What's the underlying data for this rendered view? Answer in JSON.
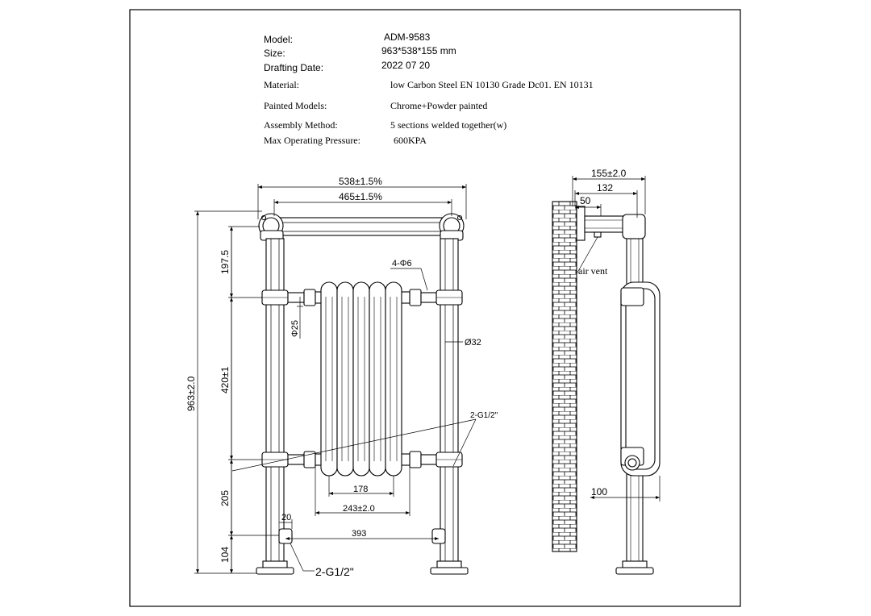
{
  "spec": {
    "model_label": "Model:",
    "model_value": "ADM-9583",
    "size_label": "Size:",
    "size_value": "963*538*155 mm",
    "date_label": "Drafting Date:",
    "date_value": "2022 07 20",
    "material_label": "Material:",
    "material_value": "low Carbon Steel  EN 10130 Grade Dc01. EN 10131",
    "painted_label": "Painted Models:",
    "painted_value": "Chrome+Powder painted",
    "assembly_label": "Assembly Method:",
    "assembly_value": "5 sections welded together(w)",
    "pressure_label": "Max Operating Pressure:",
    "pressure_value": "600KPA"
  },
  "front_view": {
    "overall_width": "538±1.5%",
    "center_width": "465±1.5%",
    "overall_height": "963±2.0",
    "top_section": "197.5",
    "middle_section": "420±1",
    "lower_section": "205",
    "foot_height": "104",
    "screw_holes": "4-Φ6",
    "rail_diameter": "Ø32",
    "pipe_diameter": "Φ25",
    "connections": "2-G1/2\"",
    "column_width": "178",
    "radiator_width": "243±2.0",
    "valve_spacing": "393",
    "valve_offset": "20",
    "inlet_label": "2-G1/2\""
  },
  "side_view": {
    "total_depth": "155±2.0",
    "depth_132": "132",
    "depth_50": "50",
    "air_vent_label": "air vent",
    "lower_offset": "100"
  }
}
